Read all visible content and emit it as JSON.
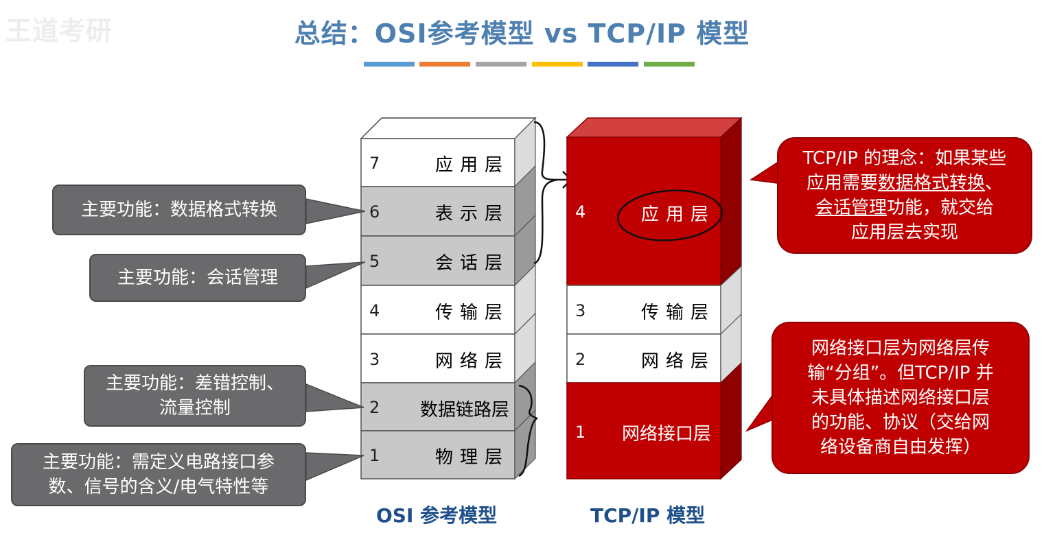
{
  "watermark": "王道考研",
  "title": "总结：OSI参考模型 vs TCP/IP 模型",
  "accent_colors": [
    "#5b9bd5",
    "#ed7d31",
    "#a5a5a5",
    "#ffc000",
    "#4472c4",
    "#70ad47"
  ],
  "osi": {
    "caption": "OSI 参考模型",
    "layers": [
      {
        "num": "7",
        "name": "应用层"
      },
      {
        "num": "6",
        "name": "表示层"
      },
      {
        "num": "5",
        "name": "会话层"
      },
      {
        "num": "4",
        "name": "传输层"
      },
      {
        "num": "3",
        "name": "网络层"
      },
      {
        "num": "2",
        "name": "数据链路层"
      },
      {
        "num": "1",
        "name": "物理层"
      }
    ]
  },
  "tcpip": {
    "caption": "TCP/IP 模型",
    "layers": [
      {
        "num": "4",
        "name": "应用层"
      },
      {
        "num": "3",
        "name": "传输层"
      },
      {
        "num": "2",
        "name": "网络层"
      },
      {
        "num": "1",
        "name": "网络接口层"
      }
    ]
  },
  "callouts": {
    "presentation": "主要功能：数据格式转换",
    "session": "主要功能：会话管理",
    "datalink_line1": "主要功能：差错控制、",
    "datalink_line2": "流量控制",
    "physical_line1": "主要功能：需定义电路接口参",
    "physical_line2": "数、信号的含义/电气特性等",
    "tcp_app_a": "TCP/IP 的理念：如果某些",
    "tcp_app_b": "应用需要",
    "tcp_app_c": "数据格式转换",
    "tcp_app_d": "、",
    "tcp_app_e": "会话管理",
    "tcp_app_f": "功能，就交给",
    "tcp_app_g": "应用层去实现",
    "tcp_net_line1": "网络接口层为网络层传",
    "tcp_net_line2": "输“分组”。但TCP/IP 并",
    "tcp_net_line3": "未具体描述网络接口层",
    "tcp_net_line4": "的功能、协议（交给网",
    "tcp_net_line5": "络设备商自由发挥）"
  }
}
